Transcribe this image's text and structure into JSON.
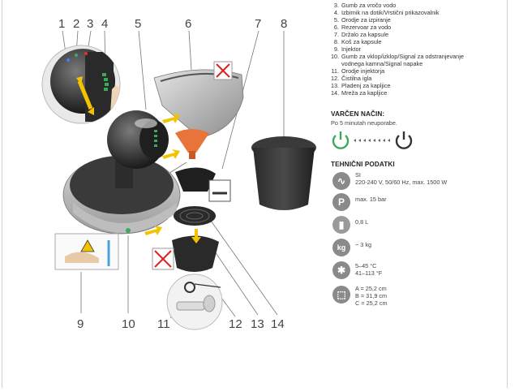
{
  "diagram": {
    "callouts": [
      "1",
      "2",
      "3",
      "4",
      "5",
      "6",
      "7",
      "8",
      "9",
      "10",
      "11",
      "12",
      "13",
      "14"
    ]
  },
  "parts": [
    {
      "n": "3.",
      "t": "Gumb za vročo vodo"
    },
    {
      "n": "4.",
      "t": "Izbirnik na dotik/Vrstični prikazovalnik"
    },
    {
      "n": "5.",
      "t": "Orodje za izpiranje"
    },
    {
      "n": "6.",
      "t": "Rezervoar za vodo"
    },
    {
      "n": "7.",
      "t": "Držalo za kapsule"
    },
    {
      "n": "8.",
      "t": "Koš za kapsule"
    },
    {
      "n": "9.",
      "t": "Injektor"
    },
    {
      "n": "10.",
      "t": "Gumb za vklop/izklop/Signal za odstranjevanje"
    },
    {
      "n": "",
      "t": "vodnega kamna/Signal napake"
    },
    {
      "n": "11.",
      "t": "Orodje injektorja"
    },
    {
      "n": "12.",
      "t": "Čistilna igla"
    },
    {
      "n": "13.",
      "t": "Pladenj za kapljice"
    },
    {
      "n": "14.",
      "t": "Mreža za kapljice"
    }
  ],
  "saving": {
    "heading": "VARČEN NAČIN:",
    "text": "Po 5 minutah neuporabe.",
    "colors": {
      "on": "#3aaa5a",
      "off": "#333333"
    }
  },
  "tech": {
    "heading": "TEHNIČNI PODATKI",
    "items": [
      {
        "icon": "ac-icon",
        "lines": [
          "SI",
          "220-240 V, 50/60 Hz, max. 1500 W"
        ]
      },
      {
        "icon": "pressure-icon",
        "badge": "P",
        "lines": [
          "max. 15 bar"
        ]
      },
      {
        "icon": "tank-icon",
        "lines": [
          "0,8 L"
        ]
      },
      {
        "icon": "weight-icon",
        "badge": "kg",
        "lines": [
          "~ 3 kg"
        ]
      },
      {
        "icon": "temperature-icon",
        "lines": [
          "5–45 °C",
          "41–113 °F"
        ]
      },
      {
        "icon": "dimensions-icon",
        "lines": [
          "A = 25,2 cm",
          "B = 31,9 cm",
          "C = 25,2 cm"
        ]
      }
    ]
  }
}
